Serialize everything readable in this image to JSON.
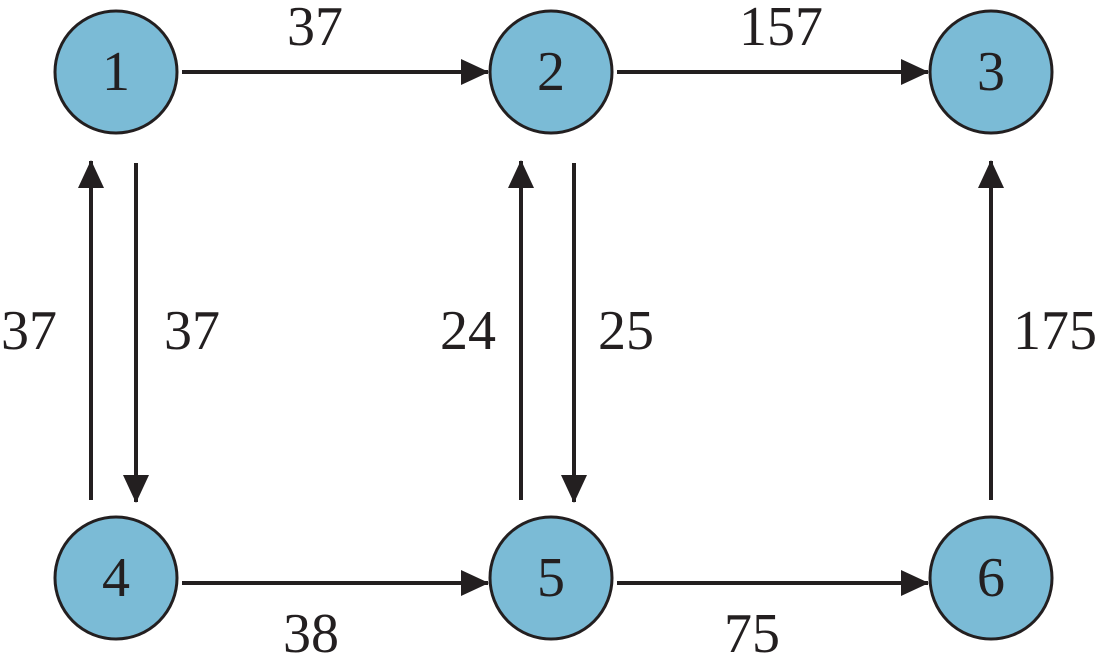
{
  "colors": {
    "node_fill": "#7bbbd6",
    "stroke": "#231f20",
    "background": "#ffffff"
  },
  "nodes": [
    {
      "id": "1",
      "label": "1"
    },
    {
      "id": "2",
      "label": "2"
    },
    {
      "id": "3",
      "label": "3"
    },
    {
      "id": "4",
      "label": "4"
    },
    {
      "id": "5",
      "label": "5"
    },
    {
      "id": "6",
      "label": "6"
    }
  ],
  "edges": [
    {
      "from": "1",
      "to": "2",
      "label": "37"
    },
    {
      "from": "2",
      "to": "3",
      "label": "157"
    },
    {
      "from": "4",
      "to": "1",
      "label": "37"
    },
    {
      "from": "1",
      "to": "4",
      "label": "37"
    },
    {
      "from": "5",
      "to": "2",
      "label": "24"
    },
    {
      "from": "2",
      "to": "5",
      "label": "25"
    },
    {
      "from": "6",
      "to": "3",
      "label": "175"
    },
    {
      "from": "4",
      "to": "5",
      "label": "38"
    },
    {
      "from": "5",
      "to": "6",
      "label": "75"
    }
  ]
}
